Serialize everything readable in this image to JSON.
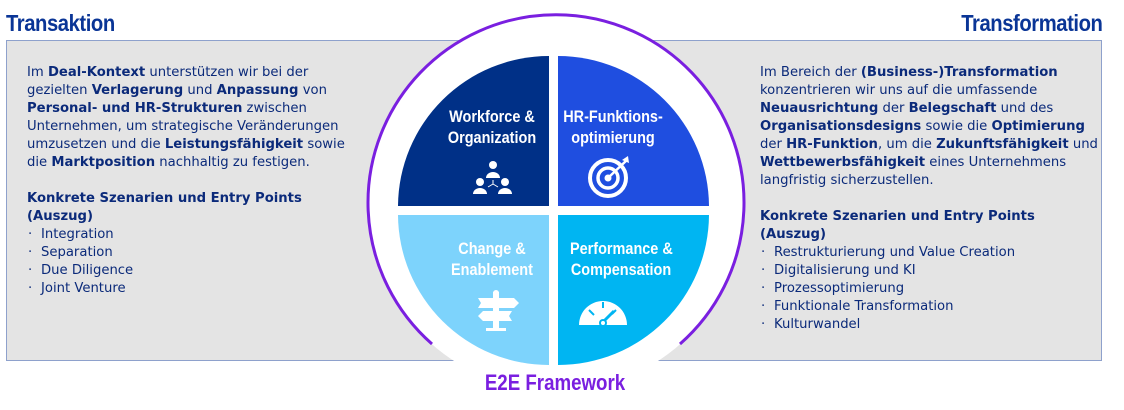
{
  "left": {
    "title": "Transaktion",
    "paragraph": [
      [
        "Im ",
        false
      ],
      [
        "Deal-Kontext",
        true
      ],
      [
        " unterstützen wir bei der gezielten ",
        false
      ],
      [
        "Verlagerung",
        true
      ],
      [
        " und ",
        false
      ],
      [
        "Anpassung",
        true
      ],
      [
        " von ",
        false
      ],
      [
        "Personal- und HR-Strukturen",
        true
      ],
      [
        " zwischen Unternehmen, um strategische Veränderungen umzusetzen und die ",
        false
      ],
      [
        "Leistungsfähigkeit",
        true
      ],
      [
        " sowie die ",
        false
      ],
      [
        "Marktposition",
        true
      ],
      [
        " nachhaltig zu festigen.",
        false
      ]
    ],
    "scenarios_title": "Konkrete Szenarien und Entry Points (Auszug)",
    "scenarios": [
      "Integration",
      "Separation",
      "Due Diligence",
      "Joint Venture"
    ]
  },
  "right": {
    "title": "Transformation",
    "paragraph": [
      [
        "Im Bereich der ",
        false
      ],
      [
        "(Business-)Transformation",
        true
      ],
      [
        " konzentrieren wir uns auf die umfassende ",
        false
      ],
      [
        "Neuausrichtung",
        true
      ],
      [
        " der ",
        false
      ],
      [
        "Belegschaft",
        true
      ],
      [
        " und des ",
        false
      ],
      [
        "Organisationsdesigns",
        true
      ],
      [
        " sowie die ",
        false
      ],
      [
        "Optimierung",
        true
      ],
      [
        " der ",
        false
      ],
      [
        "HR-Funktion",
        true
      ],
      [
        ", um die ",
        false
      ],
      [
        "Zukunftsfähigkeit",
        true
      ],
      [
        " und ",
        false
      ],
      [
        "Wettbewerbsfähigkeit",
        true
      ],
      [
        " eines Unternehmens langfristig sicherzustellen.",
        false
      ]
    ],
    "scenarios_title": "Konkrete Szenarien und Entry Points (Auszug)",
    "scenarios": [
      "Restrukturierung und Value Creation",
      "Digitalisierung und KI",
      "Prozessoptimierung",
      "Funktionale Transformation",
      "Kulturwandel"
    ]
  },
  "framework": {
    "label": "E2E Framework",
    "quadrants": [
      {
        "line1": "Workforce &",
        "line2": "Organization",
        "icon": "people-network-icon",
        "color": "#003087"
      },
      {
        "line1": "HR-Funktions-",
        "line2": "optimierung",
        "icon": "target-icon",
        "color": "#1f4ee0"
      },
      {
        "line1": "Change &",
        "line2": "Enablement",
        "icon": "signpost-icon",
        "color": "#7dd3fc"
      },
      {
        "line1": "Performance &",
        "line2": "Compensation",
        "icon": "gauge-icon",
        "color": "#00b5f2"
      }
    ],
    "ring_color": "#7a1fe0"
  }
}
